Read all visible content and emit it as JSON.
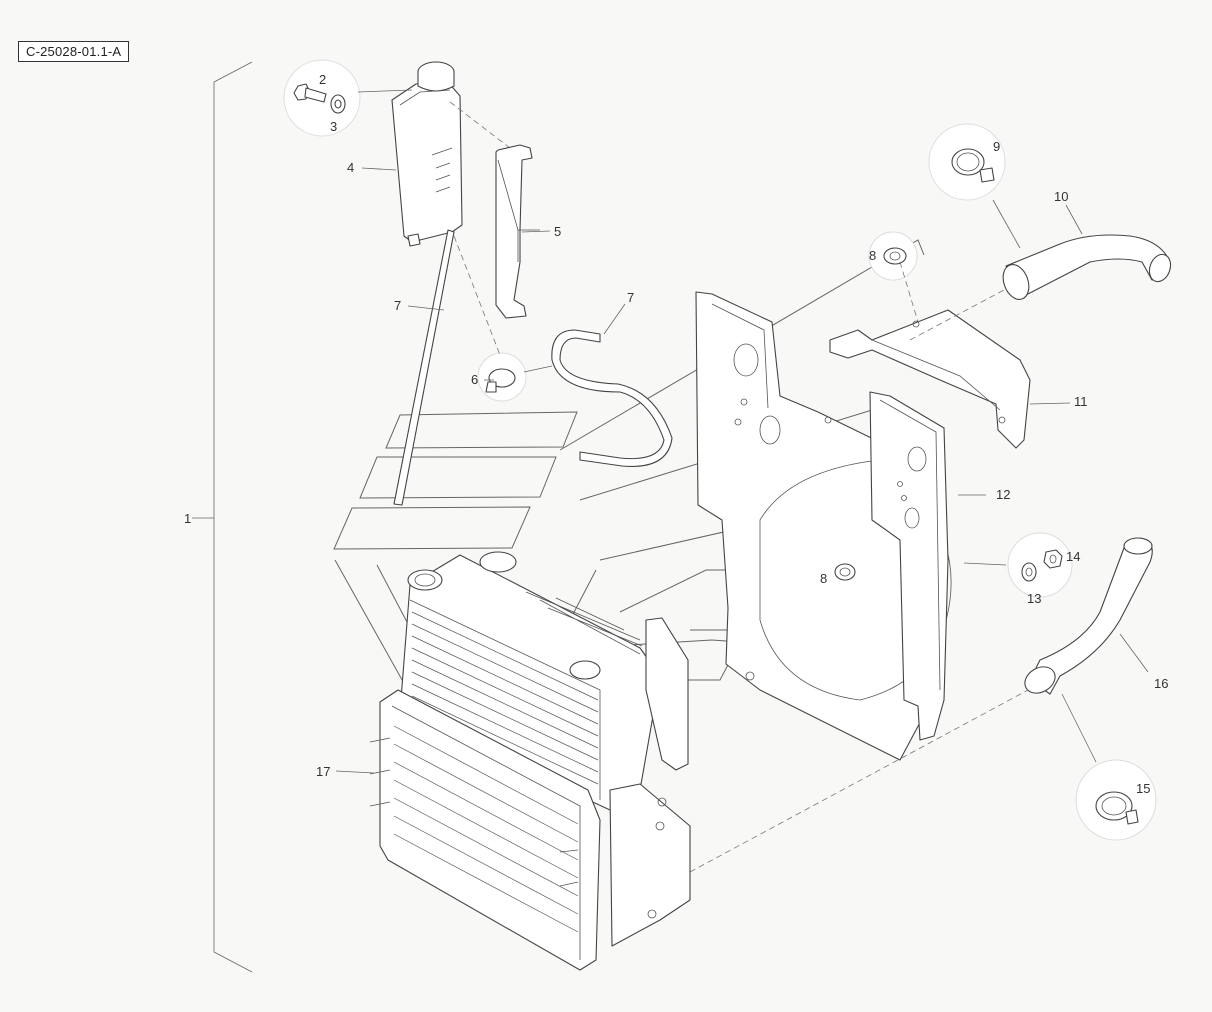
{
  "diagram": {
    "reference": "C-25028-01.1-A"
  },
  "labels": {
    "item_1": "1",
    "item_2": "2",
    "item_3": "3",
    "item_4": "4",
    "item_5": "5",
    "item_6": "6",
    "item_7a": "7",
    "item_7b": "7",
    "item_8a": "8",
    "item_8b": "8",
    "item_9": "9",
    "item_10": "10",
    "item_11": "11",
    "item_12": "12",
    "item_13": "13",
    "item_14": "14",
    "item_15": "15",
    "item_16": "16",
    "item_17": "17"
  }
}
